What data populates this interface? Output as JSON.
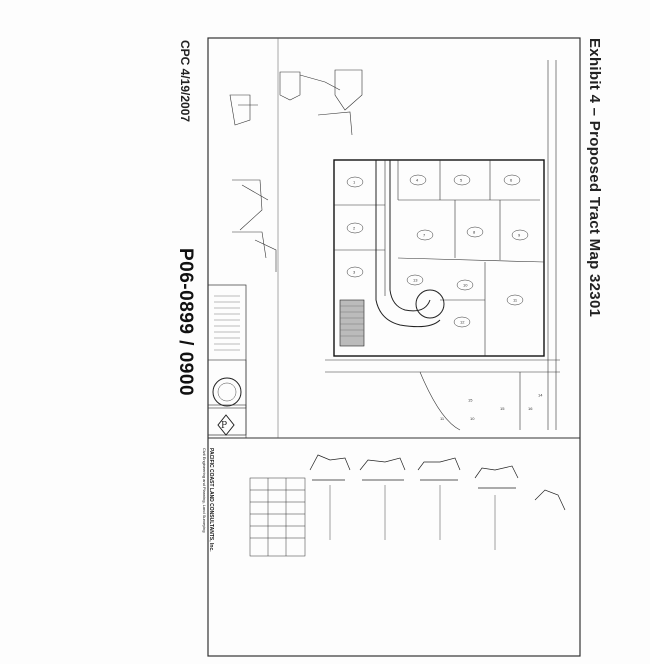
{
  "document": {
    "title": "Exhibit 4 – Proposed Tract Map 32301",
    "project_number": "P06-0899 / 0900",
    "stamp_note": "CPC 4/19/2007"
  },
  "map": {
    "lot_numbers": [
      "1",
      "2",
      "3",
      "4",
      "5",
      "6",
      "7",
      "8",
      "9",
      "10",
      "11",
      "12",
      "13",
      "14",
      "15"
    ],
    "adjacent_lots": [
      "16",
      "15",
      "10",
      "11"
    ]
  },
  "title_block": {
    "firm_name": "PACIFIC COAST LAND CONSULTANTS, Inc.",
    "firm_sub": "Civil Engineering and Planning, Land Surveying"
  },
  "colors": {
    "ink": "#222222",
    "paper": "#fdfdfd"
  }
}
